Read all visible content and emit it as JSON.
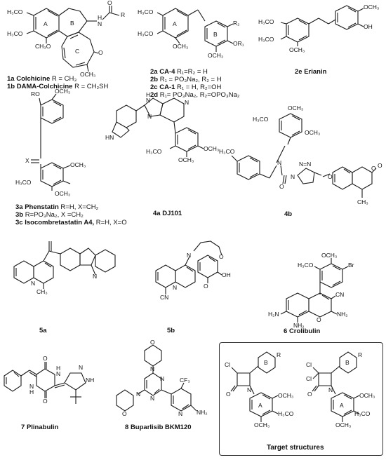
{
  "compounds": {
    "c1": {
      "lines": [
        {
          "id": "1a",
          "name": "Colchicine",
          "rest": "R = CH₃"
        },
        {
          "id": "1b",
          "name": "DAMA-Colchicine",
          "rest": "R = CH₂SH"
        }
      ],
      "groups": [
        "H₃CO",
        "H₃CO",
        "CH₃O",
        "OCH₃",
        "H",
        "N",
        "O",
        "R",
        "O",
        "A",
        "B",
        "C"
      ]
    },
    "c2": {
      "lines": [
        {
          "id": "2a",
          "name": "CA-4",
          "rest": "R₁=R₂ = H"
        },
        {
          "id": "2b",
          "name": "",
          "rest": "R₁ = PO₃Na₂, R₂ = H"
        },
        {
          "id": "2c",
          "name": "CA-1",
          "rest": "R₁ = H, R₂=OH"
        },
        {
          "id": "2d",
          "name": "",
          "rest": "R₁= PO₃Na₂, R₂=OPO₃Na₂"
        }
      ],
      "groups": [
        "H₃CO",
        "H₃CO",
        "OCH₃",
        "R₂",
        "OR₁",
        "OCH₃",
        "A",
        "B"
      ]
    },
    "c2e": {
      "lines": [
        {
          "id": "2e",
          "name": "Erianin",
          "rest": ""
        }
      ],
      "groups": [
        "OCH₃",
        "OH",
        "H₃CO",
        "H₃CO",
        "OCH₃"
      ]
    },
    "c3": {
      "lines": [
        {
          "id": "3a",
          "name": "Phenstatin",
          "rest": "R=H, X=CH₂"
        },
        {
          "id": "3b",
          "name": "",
          "rest": "R=PO₃Na₂, X =CH₂"
        },
        {
          "id": "3c",
          "name": "Isocombretastatin A4,",
          "rest": "R=H, X=O"
        }
      ],
      "groups": [
        "RO",
        "OCH₃",
        "X",
        "OCH₃",
        "H₃CO",
        "OCH₃"
      ]
    },
    "c4a": {
      "lines": [
        {
          "id": "4a",
          "name": "DJ101",
          "rest": ""
        }
      ],
      "groups": [
        "H",
        "N",
        "N",
        "N",
        "HN",
        "OCH₃",
        "H₃CO",
        "OCH₃"
      ]
    },
    "c4b": {
      "lines": [
        {
          "id": "4b",
          "name": "",
          "rest": ""
        }
      ],
      "groups": [
        "H₃CO",
        "H₃CO",
        "OCH₃",
        "OCH₃",
        "N",
        "O",
        "N",
        "N=N",
        "O",
        "O",
        "O",
        "CH₃"
      ]
    },
    "c5a": {
      "lines": [
        {
          "id": "5a",
          "name": "",
          "rest": ""
        }
      ],
      "groups": [
        "N",
        "N",
        "CH₃"
      ]
    },
    "c5b": {
      "lines": [
        {
          "id": "5b",
          "name": "",
          "rest": ""
        }
      ],
      "groups": [
        "N",
        "N",
        "CN",
        "O",
        "OH",
        "O"
      ]
    },
    "c6": {
      "lines": [
        {
          "id": "6",
          "name": "Crolibulin",
          "rest": ""
        }
      ],
      "groups": [
        "H₃CO",
        "OCH₃",
        "Br",
        "CN",
        "H₂N",
        "O",
        "NH₂",
        "NH₂"
      ]
    },
    "c7": {
      "lines": [
        {
          "id": "7",
          "name": "Plinabulin",
          "rest": ""
        }
      ],
      "groups": [
        "O",
        "H",
        "N",
        "N",
        "H",
        "O",
        "N",
        "NH"
      ]
    },
    "c8": {
      "lines": [
        {
          "id": "8",
          "name": "Buparlisib BKM120",
          "rest": ""
        }
      ],
      "groups": [
        "O",
        "N",
        "N",
        "N",
        "O",
        "N",
        "CF₃",
        "N",
        "NH₂"
      ]
    }
  },
  "target": {
    "caption": "Target structures",
    "left_groups": [
      "Cl",
      "O",
      "N",
      "B",
      "R",
      "A",
      "OCH₃",
      "H₃CO",
      "OCH₃"
    ],
    "right_groups": [
      "Cl",
      "Cl",
      "O",
      "N",
      "B",
      "R",
      "A",
      "OCH₃",
      "H₃CO",
      "OCH₃"
    ]
  }
}
